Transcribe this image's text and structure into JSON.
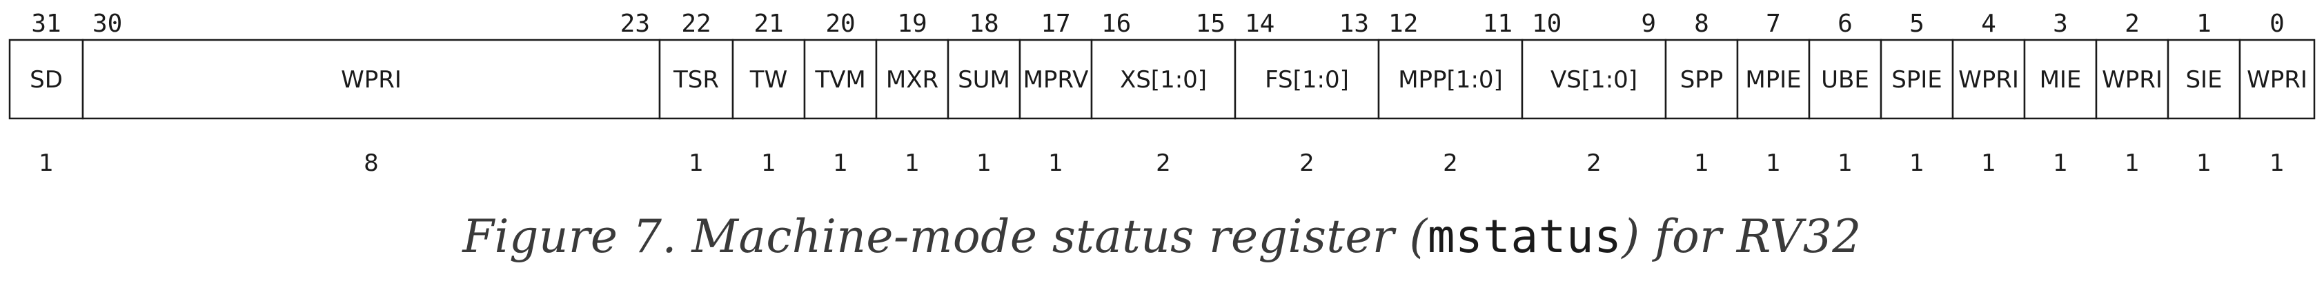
{
  "fields": [
    {
      "name": "SD",
      "msb": "31",
      "lsb": "",
      "width": "1"
    },
    {
      "name": "WPRI",
      "msb": "30",
      "lsb": "23",
      "width": "8"
    },
    {
      "name": "TSR",
      "msb": "22",
      "lsb": "",
      "width": "1"
    },
    {
      "name": "TW",
      "msb": "21",
      "lsb": "",
      "width": "1"
    },
    {
      "name": "TVM",
      "msb": "20",
      "lsb": "",
      "width": "1"
    },
    {
      "name": "MXR",
      "msb": "19",
      "lsb": "",
      "width": "1"
    },
    {
      "name": "SUM",
      "msb": "18",
      "lsb": "",
      "width": "1"
    },
    {
      "name": "MPRV",
      "msb": "17",
      "lsb": "",
      "width": "1"
    },
    {
      "name": "XS[1:0]",
      "msb": "16",
      "lsb": "15",
      "width": "2"
    },
    {
      "name": "FS[1:0]",
      "msb": "14",
      "lsb": "13",
      "width": "2"
    },
    {
      "name": "MPP[1:0]",
      "msb": "12",
      "lsb": "11",
      "width": "2"
    },
    {
      "name": "VS[1:0]",
      "msb": "10",
      "lsb": "9",
      "width": "2"
    },
    {
      "name": "SPP",
      "msb": "8",
      "lsb": "",
      "width": "1"
    },
    {
      "name": "MPIE",
      "msb": "7",
      "lsb": "",
      "width": "1"
    },
    {
      "name": "UBE",
      "msb": "6",
      "lsb": "",
      "width": "1"
    },
    {
      "name": "SPIE",
      "msb": "5",
      "lsb": "",
      "width": "1"
    },
    {
      "name": "WPRI",
      "msb": "4",
      "lsb": "",
      "width": "1"
    },
    {
      "name": "MIE",
      "msb": "3",
      "lsb": "",
      "width": "1"
    },
    {
      "name": "WPRI",
      "msb": "2",
      "lsb": "",
      "width": "1"
    },
    {
      "name": "SIE",
      "msb": "1",
      "lsb": "",
      "width": "1"
    },
    {
      "name": "WPRI",
      "msb": "0",
      "lsb": "",
      "width": "1"
    }
  ],
  "caption": {
    "prefix": "Figure 7. Machine-mode status register (",
    "code": "mstatus",
    "suffix": ") for RV32"
  }
}
